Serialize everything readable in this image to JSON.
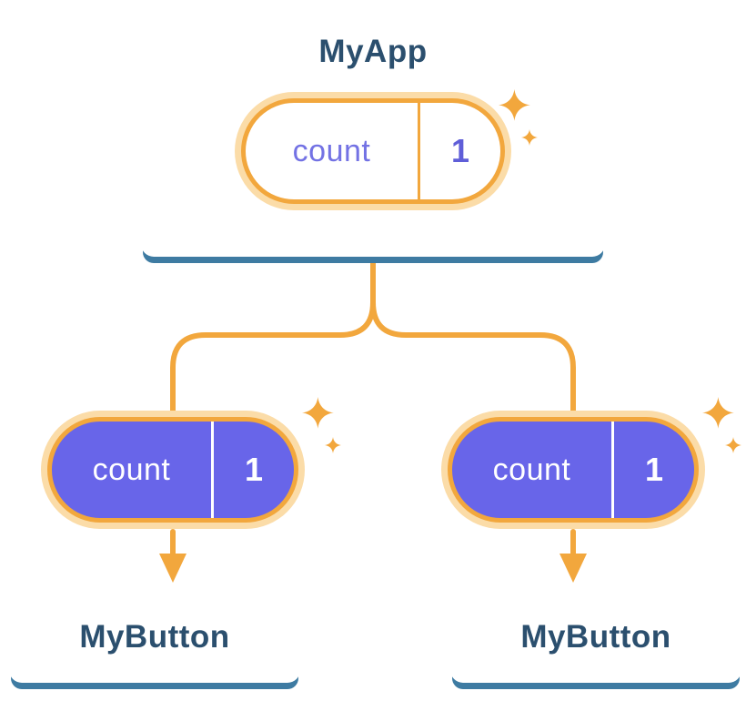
{
  "diagram": {
    "root": {
      "title": "MyApp",
      "state": {
        "name": "count",
        "value": "1"
      }
    },
    "children": [
      {
        "title": "MyButton",
        "state": {
          "name": "count",
          "value": "1"
        }
      },
      {
        "title": "MyButton",
        "state": {
          "name": "count",
          "value": "1"
        }
      }
    ]
  },
  "colors": {
    "accent_orange": "#F2A73D",
    "accent_orange_light": "#FBDCA8",
    "state_purple": "#6865E9",
    "state_text_purple": "#7372E4",
    "title_navy": "#2B4F6E",
    "card_shadow_blue": "#3E7BA2",
    "background": "#FFFFFF"
  }
}
